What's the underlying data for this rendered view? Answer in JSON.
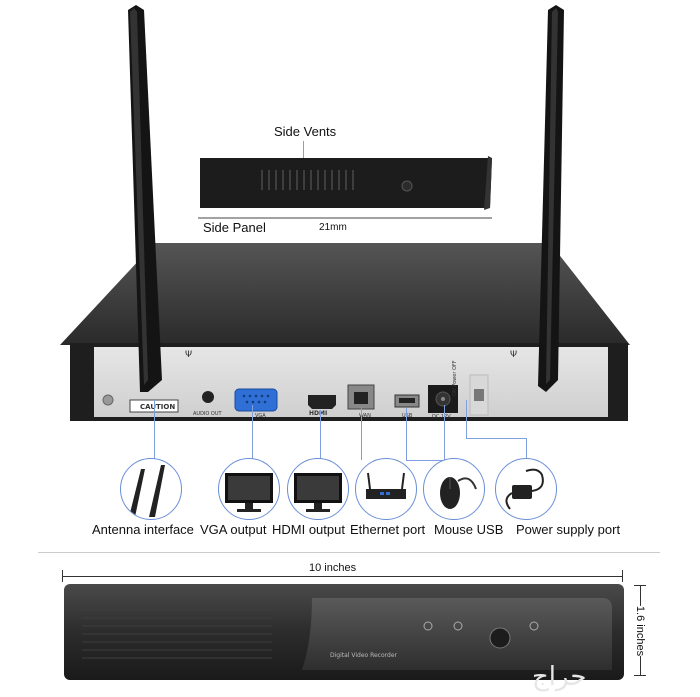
{
  "top_view": {
    "vents_label": "Side Vents",
    "panel_label": "Side Panel",
    "width_label": "21mm"
  },
  "back_panel": {
    "port_texts": {
      "audio": "AUDIO OUT",
      "vga": "VGA",
      "hdmi": "HDMI",
      "wan": "WAN",
      "usb": "USB",
      "dc": "DC 12V",
      "caution": "CAUTION",
      "power": "ON Power OFF"
    }
  },
  "ports": [
    {
      "label": "Antenna interface",
      "icon": "antenna-icon"
    },
    {
      "label": "VGA output",
      "icon": "monitor-icon"
    },
    {
      "label": "HDMI output",
      "icon": "monitor-icon"
    },
    {
      "label": "Ethernet port",
      "icon": "router-icon"
    },
    {
      "label": "Mouse USB",
      "icon": "mouse-icon"
    },
    {
      "label": "Power supply port",
      "icon": "power-adapter-icon"
    }
  ],
  "front_view": {
    "width_label": "10 inches",
    "height_label": "1.6 inches",
    "brand_text": "Digital Video Recorder"
  },
  "watermark": "حراج"
}
